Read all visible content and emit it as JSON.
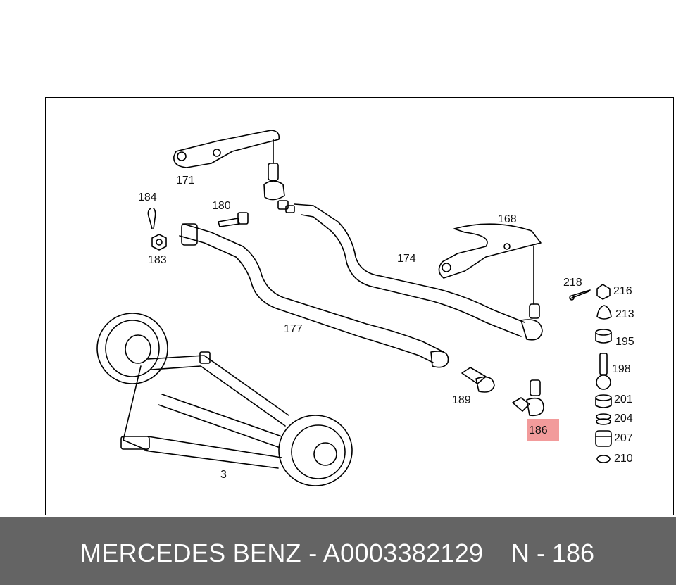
{
  "diagram": {
    "part_labels": [
      "171",
      "184",
      "180",
      "183",
      "168",
      "174",
      "218",
      "216",
      "213",
      "177",
      "195",
      "198",
      "189",
      "201",
      "186",
      "204",
      "207",
      "210",
      "3"
    ],
    "highlighted_part": "186",
    "highlight_color": "#f08a8a"
  },
  "footer": {
    "brand_and_part": "MERCEDES BENZ - A0003382129",
    "reference": "N - 186",
    "background": "#646464"
  }
}
